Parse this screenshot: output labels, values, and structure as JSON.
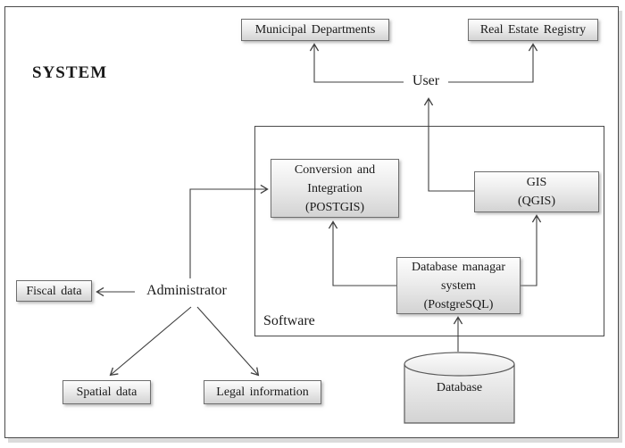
{
  "title": "SYSTEM",
  "colors": {
    "background": "#ffffff",
    "box_fill_top": "#fdfdfd",
    "box_fill_bottom": "#d3d3d3",
    "box_border": "#6e6e6e",
    "container_border": "#4a4a4a",
    "connector": "#3f3f3f"
  },
  "nodes": {
    "municipal_departments": {
      "label": "Municipal Departments"
    },
    "real_estate_registry": {
      "label": "Real Estate Registry"
    },
    "user": {
      "label": "User"
    },
    "software": {
      "label": "Software"
    },
    "conversion_integration": {
      "lines": [
        "Conversion and",
        "Integration",
        "(POSTGIS)"
      ]
    },
    "gis": {
      "lines": [
        "GIS",
        "(QGIS)"
      ]
    },
    "database_manager": {
      "lines": [
        "Database managar",
        "system",
        "(PostgreSQL)"
      ]
    },
    "fiscal_data": {
      "label": "Fiscal data"
    },
    "administrator": {
      "label": "Administrator"
    },
    "spatial_data": {
      "label": "Spatial data"
    },
    "legal_information": {
      "label": "Legal information"
    },
    "database": {
      "label": "Database"
    }
  },
  "connections": [
    {
      "from": "user",
      "to": "municipal_departments"
    },
    {
      "from": "user",
      "to": "real_estate_registry"
    },
    {
      "from": "gis",
      "to": "user"
    },
    {
      "from": "administrator",
      "to": "conversion_integration"
    },
    {
      "from": "administrator",
      "to": "fiscal_data"
    },
    {
      "from": "administrator",
      "to": "spatial_data"
    },
    {
      "from": "administrator",
      "to": "legal_information"
    },
    {
      "from": "database_manager",
      "to": "conversion_integration"
    },
    {
      "from": "database_manager",
      "to": "gis"
    },
    {
      "from": "database",
      "to": "database_manager"
    }
  ]
}
